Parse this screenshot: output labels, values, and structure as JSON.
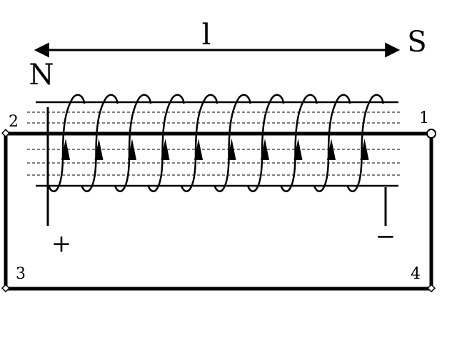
{
  "labels": {
    "length": "l",
    "north": "N",
    "south": "S",
    "plus": "+",
    "minus": "−",
    "corner_1": "1",
    "corner_2": "2",
    "corner_3": "3",
    "corner_4": "4"
  },
  "colors": {
    "ink": "#000000",
    "background": "#ffffff"
  },
  "winding": {
    "turns": 10,
    "current_arrow_direction": "up"
  }
}
